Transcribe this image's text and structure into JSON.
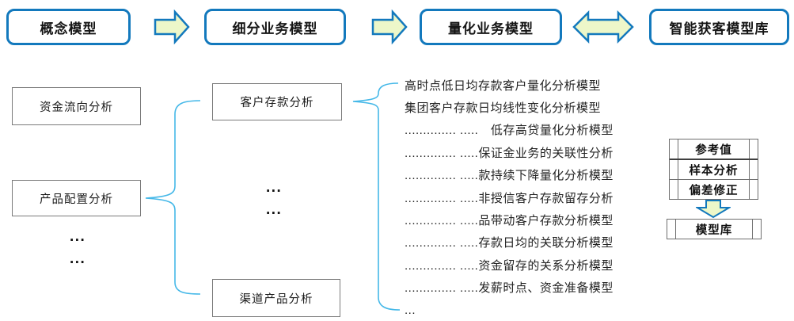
{
  "colors": {
    "stage_border": "#1379bd",
    "arrow_fill": "#edf7c9",
    "arrow_border": "#1379bd",
    "brace": "#45b8e8",
    "gray_box_border": "#7a7a7a",
    "table_border": "#6e6e6e"
  },
  "stages": [
    {
      "label": "概念模型"
    },
    {
      "label": "细分业务模型"
    },
    {
      "label": "量化业务模型"
    },
    {
      "label": "智能获客模型库"
    }
  ],
  "icons": {
    "stage_arrow_1": "right-arrow-icon",
    "stage_arrow_2": "right-arrow-icon",
    "stage_arrow_3": "double-arrow-icon",
    "calibration_arrow": "down-arrow-icon"
  },
  "left_column": {
    "box1": "资金流向分析",
    "box2": "产品配置分析",
    "ellipsis1": "...",
    "ellipsis2": "..."
  },
  "mid_column": {
    "box_top": "客户存款分析",
    "ellipsis1": "...",
    "ellipsis2": "...",
    "box_bottom": "渠道产品分析"
  },
  "model_list": {
    "items": [
      "高时点低日均存款客户量化分析模型",
      "集团客户存款日均线性变化分析模型",
      ".............. .....　低存高贷量化分析模型",
      ".............. .....保证金业务的关联性分析",
      ".............. .....款持续下降量化分析模型",
      ".............. .....非授信客户存款留存分析",
      ".............. .....品带动客户存款分析模型",
      ".............. .....存款日均的关联分析模型",
      ".............. .....资金留存的关系分析模型",
      ".............. .....发薪时点、资金准备模型",
      "..."
    ]
  },
  "calibration": {
    "rows": [
      "参考值",
      "样本分析",
      "偏差修正"
    ],
    "result": "模型库"
  }
}
